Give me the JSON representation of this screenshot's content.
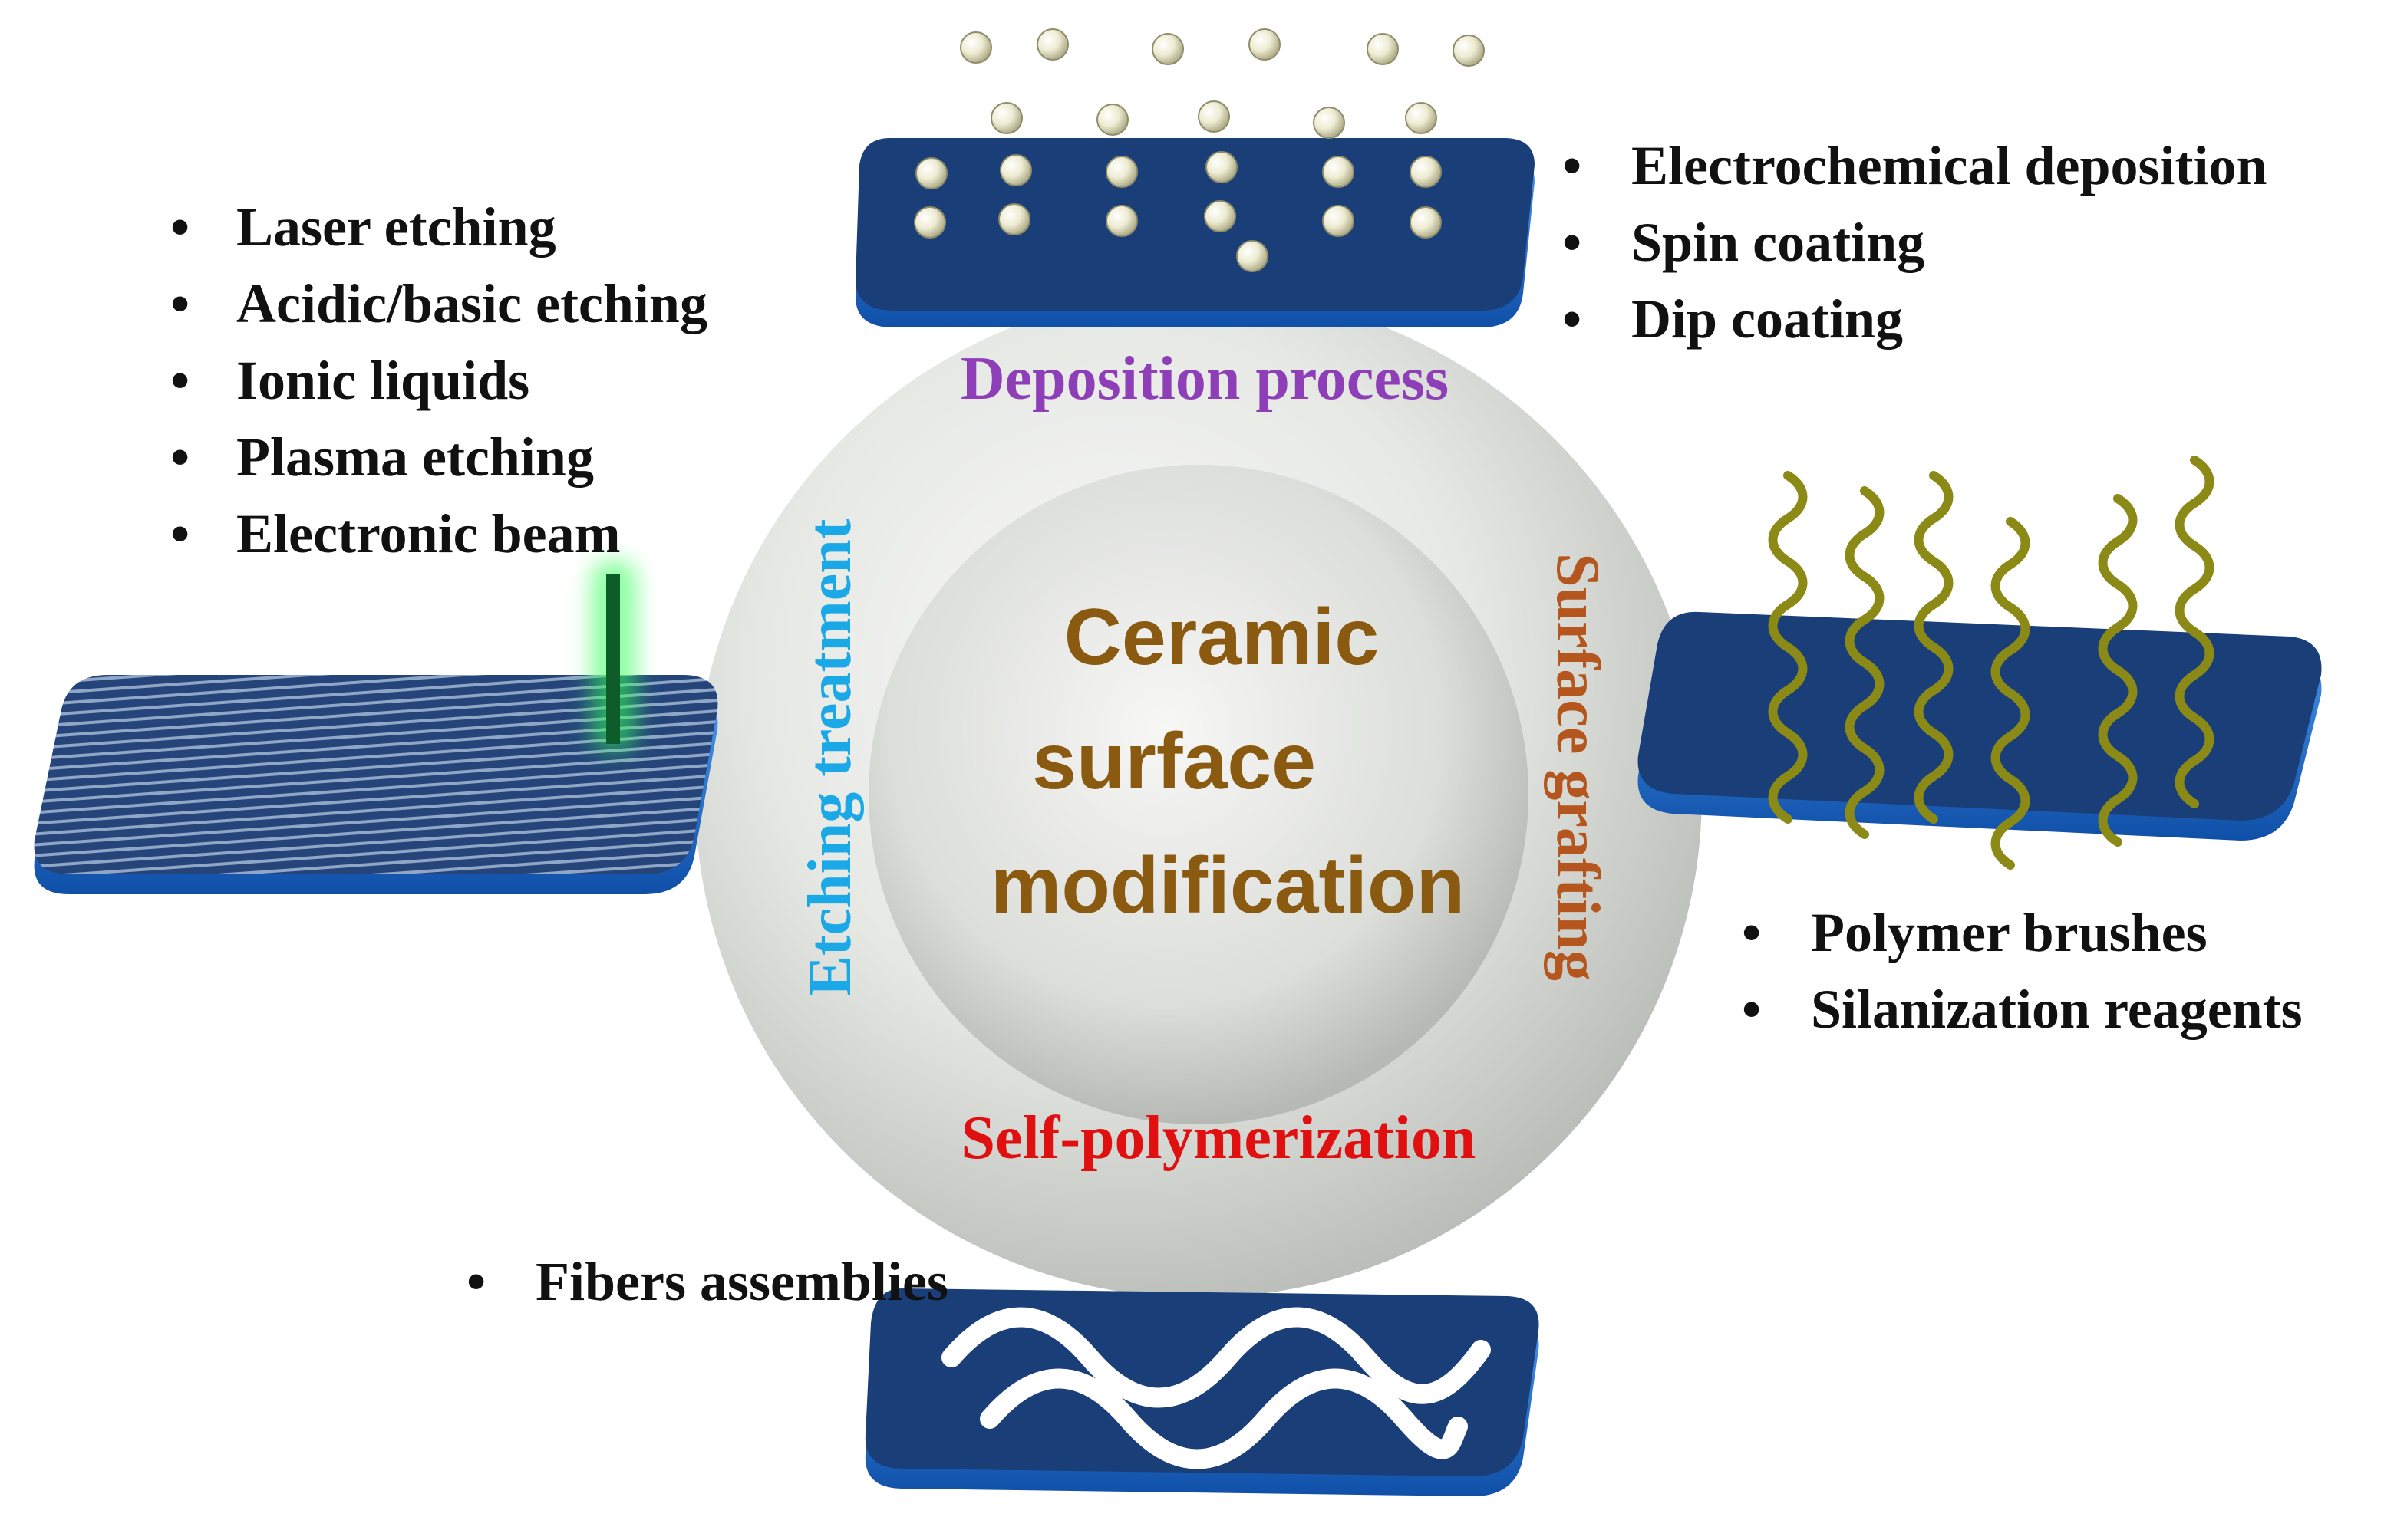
{
  "center": {
    "line1": "Ceramic",
    "line2": "surface",
    "line3": "modification"
  },
  "ring_labels": {
    "top": "Deposition process",
    "left": "Etching treatment",
    "right": "Surface grafting",
    "bottom": "Self-polymerization"
  },
  "methods": {
    "etching": [
      "Laser etching",
      "Acidic/basic etching",
      "Ionic liquids",
      "Plasma etching",
      "Electronic beam"
    ],
    "deposition": [
      "Electrochemical deposition",
      "Spin coating",
      "Dip coating"
    ],
    "grafting": [
      "Polymer brushes",
      "Silanization reagents"
    ],
    "polymerization": [
      "Fibers assemblies"
    ]
  },
  "bullet_symbol": "•",
  "colors": {
    "center_text": "#8a5a10",
    "deposition": "#8e3fb8",
    "etching": "#1aa9e6",
    "grafting": "#b5561e",
    "polymerization": "#e01010",
    "plate_top": "#1a3f78",
    "plate_edge": "#1f6fd1",
    "sphere": "#e4e6e3",
    "particles": "#e8e6c8",
    "brushes": "#8c8a16",
    "laser": "#22cc33",
    "fibers": "#ffffff"
  },
  "icons": [
    "particle-icon",
    "polymer-brush-icon",
    "laser-beam-icon",
    "fiber-icon",
    "bullet-icon"
  ]
}
